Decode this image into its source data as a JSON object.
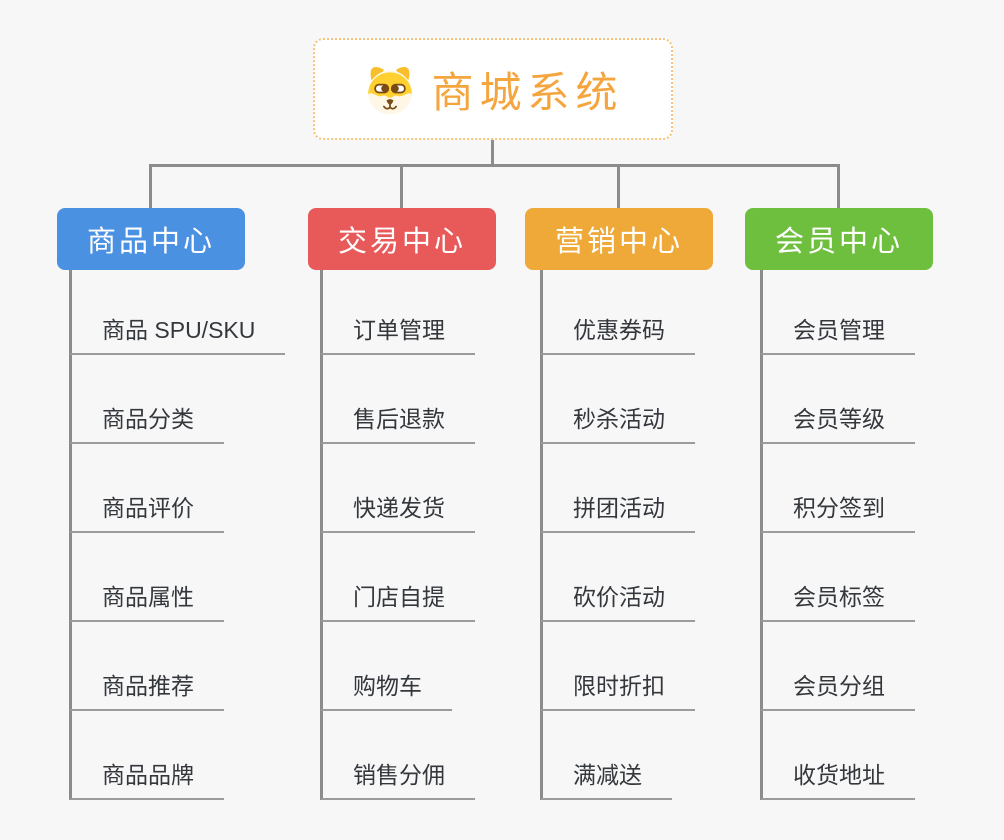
{
  "root": {
    "title": "商城系统",
    "icon": "dog-face-icon",
    "accent_color": "#F5A53D",
    "border_color": "#F5C47C"
  },
  "branches": [
    {
      "label": "商品中心",
      "color": "#4B91E2",
      "items": [
        "商品 SPU/SKU",
        "商品分类",
        "商品评价",
        "商品属性",
        "商品推荐",
        "商品品牌"
      ]
    },
    {
      "label": "交易中心",
      "color": "#E85A5A",
      "items": [
        "订单管理",
        "售后退款",
        "快递发货",
        "门店自提",
        "购物车",
        "销售分佣"
      ]
    },
    {
      "label": "营销中心",
      "color": "#EFA938",
      "items": [
        "优惠券码",
        "秒杀活动",
        "拼团活动",
        "砍价活动",
        "限时折扣",
        "满减送"
      ]
    },
    {
      "label": "会员中心",
      "color": "#6FBF3F",
      "items": [
        "会员管理",
        "会员等级",
        "积分签到",
        "会员标签",
        "会员分组",
        "收货地址"
      ]
    }
  ]
}
